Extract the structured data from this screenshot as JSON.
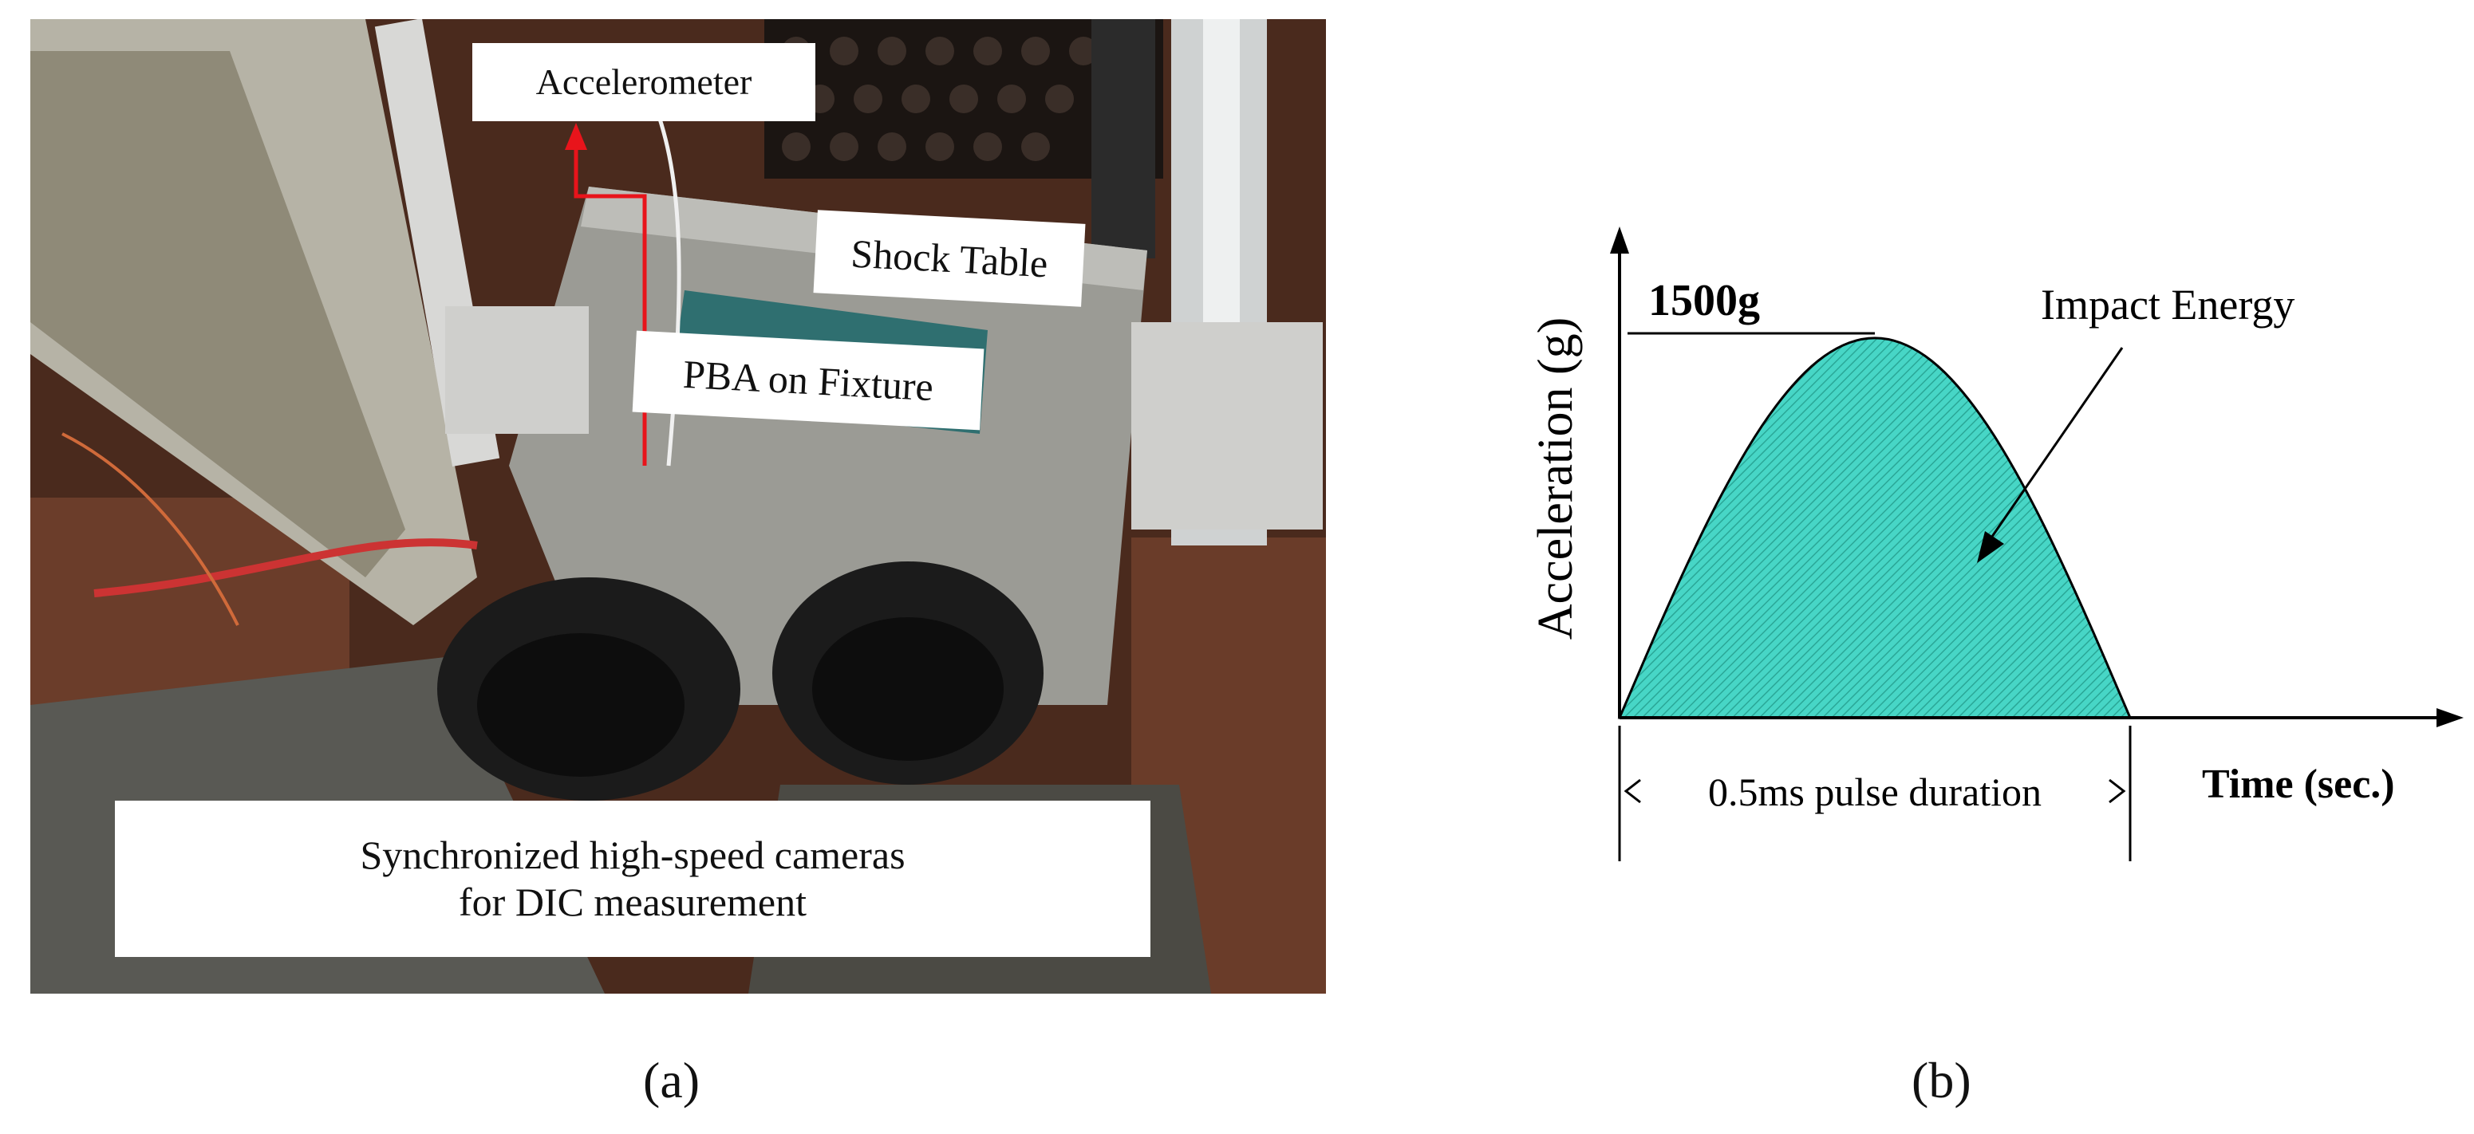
{
  "panel_a": {
    "panel_label": "(a)",
    "labels": {
      "accelerometer": "Accelerometer",
      "shock_table": "Shock Table",
      "pba_fixture": "PBA on Fixture",
      "cameras_line1": "Synchronized high-speed cameras",
      "cameras_line2": "for DIC measurement"
    },
    "colors": {
      "arrow": "#e8141b",
      "board": "#2f6f70",
      "table": "#8c8c86",
      "floor": "#5a3323"
    }
  },
  "panel_b": {
    "panel_label": "(b)",
    "ylabel": "Acceleration (g)",
    "xlabel": "Time (sec.)",
    "peak_label": "1500g",
    "area_label": "Impact Energy",
    "duration_label": "0.5ms pulse duration",
    "colors": {
      "pulse_fill": "#47d6c6",
      "axis": "#000000"
    }
  },
  "chart_data": {
    "type": "area",
    "title": "",
    "xlabel": "Time (sec.)",
    "ylabel": "Acceleration (g)",
    "x": [
      0,
      0.05,
      0.1,
      0.15,
      0.2,
      0.25,
      0.3,
      0.35,
      0.4,
      0.45,
      0.5
    ],
    "series": [
      {
        "values": [
          0,
          464,
          882,
          1214,
          1427,
          1500,
          1427,
          1214,
          882,
          464,
          0
        ]
      }
    ],
    "annotations": [
      "1500g",
      "Impact Energy",
      "0.5ms pulse duration"
    ]
  }
}
